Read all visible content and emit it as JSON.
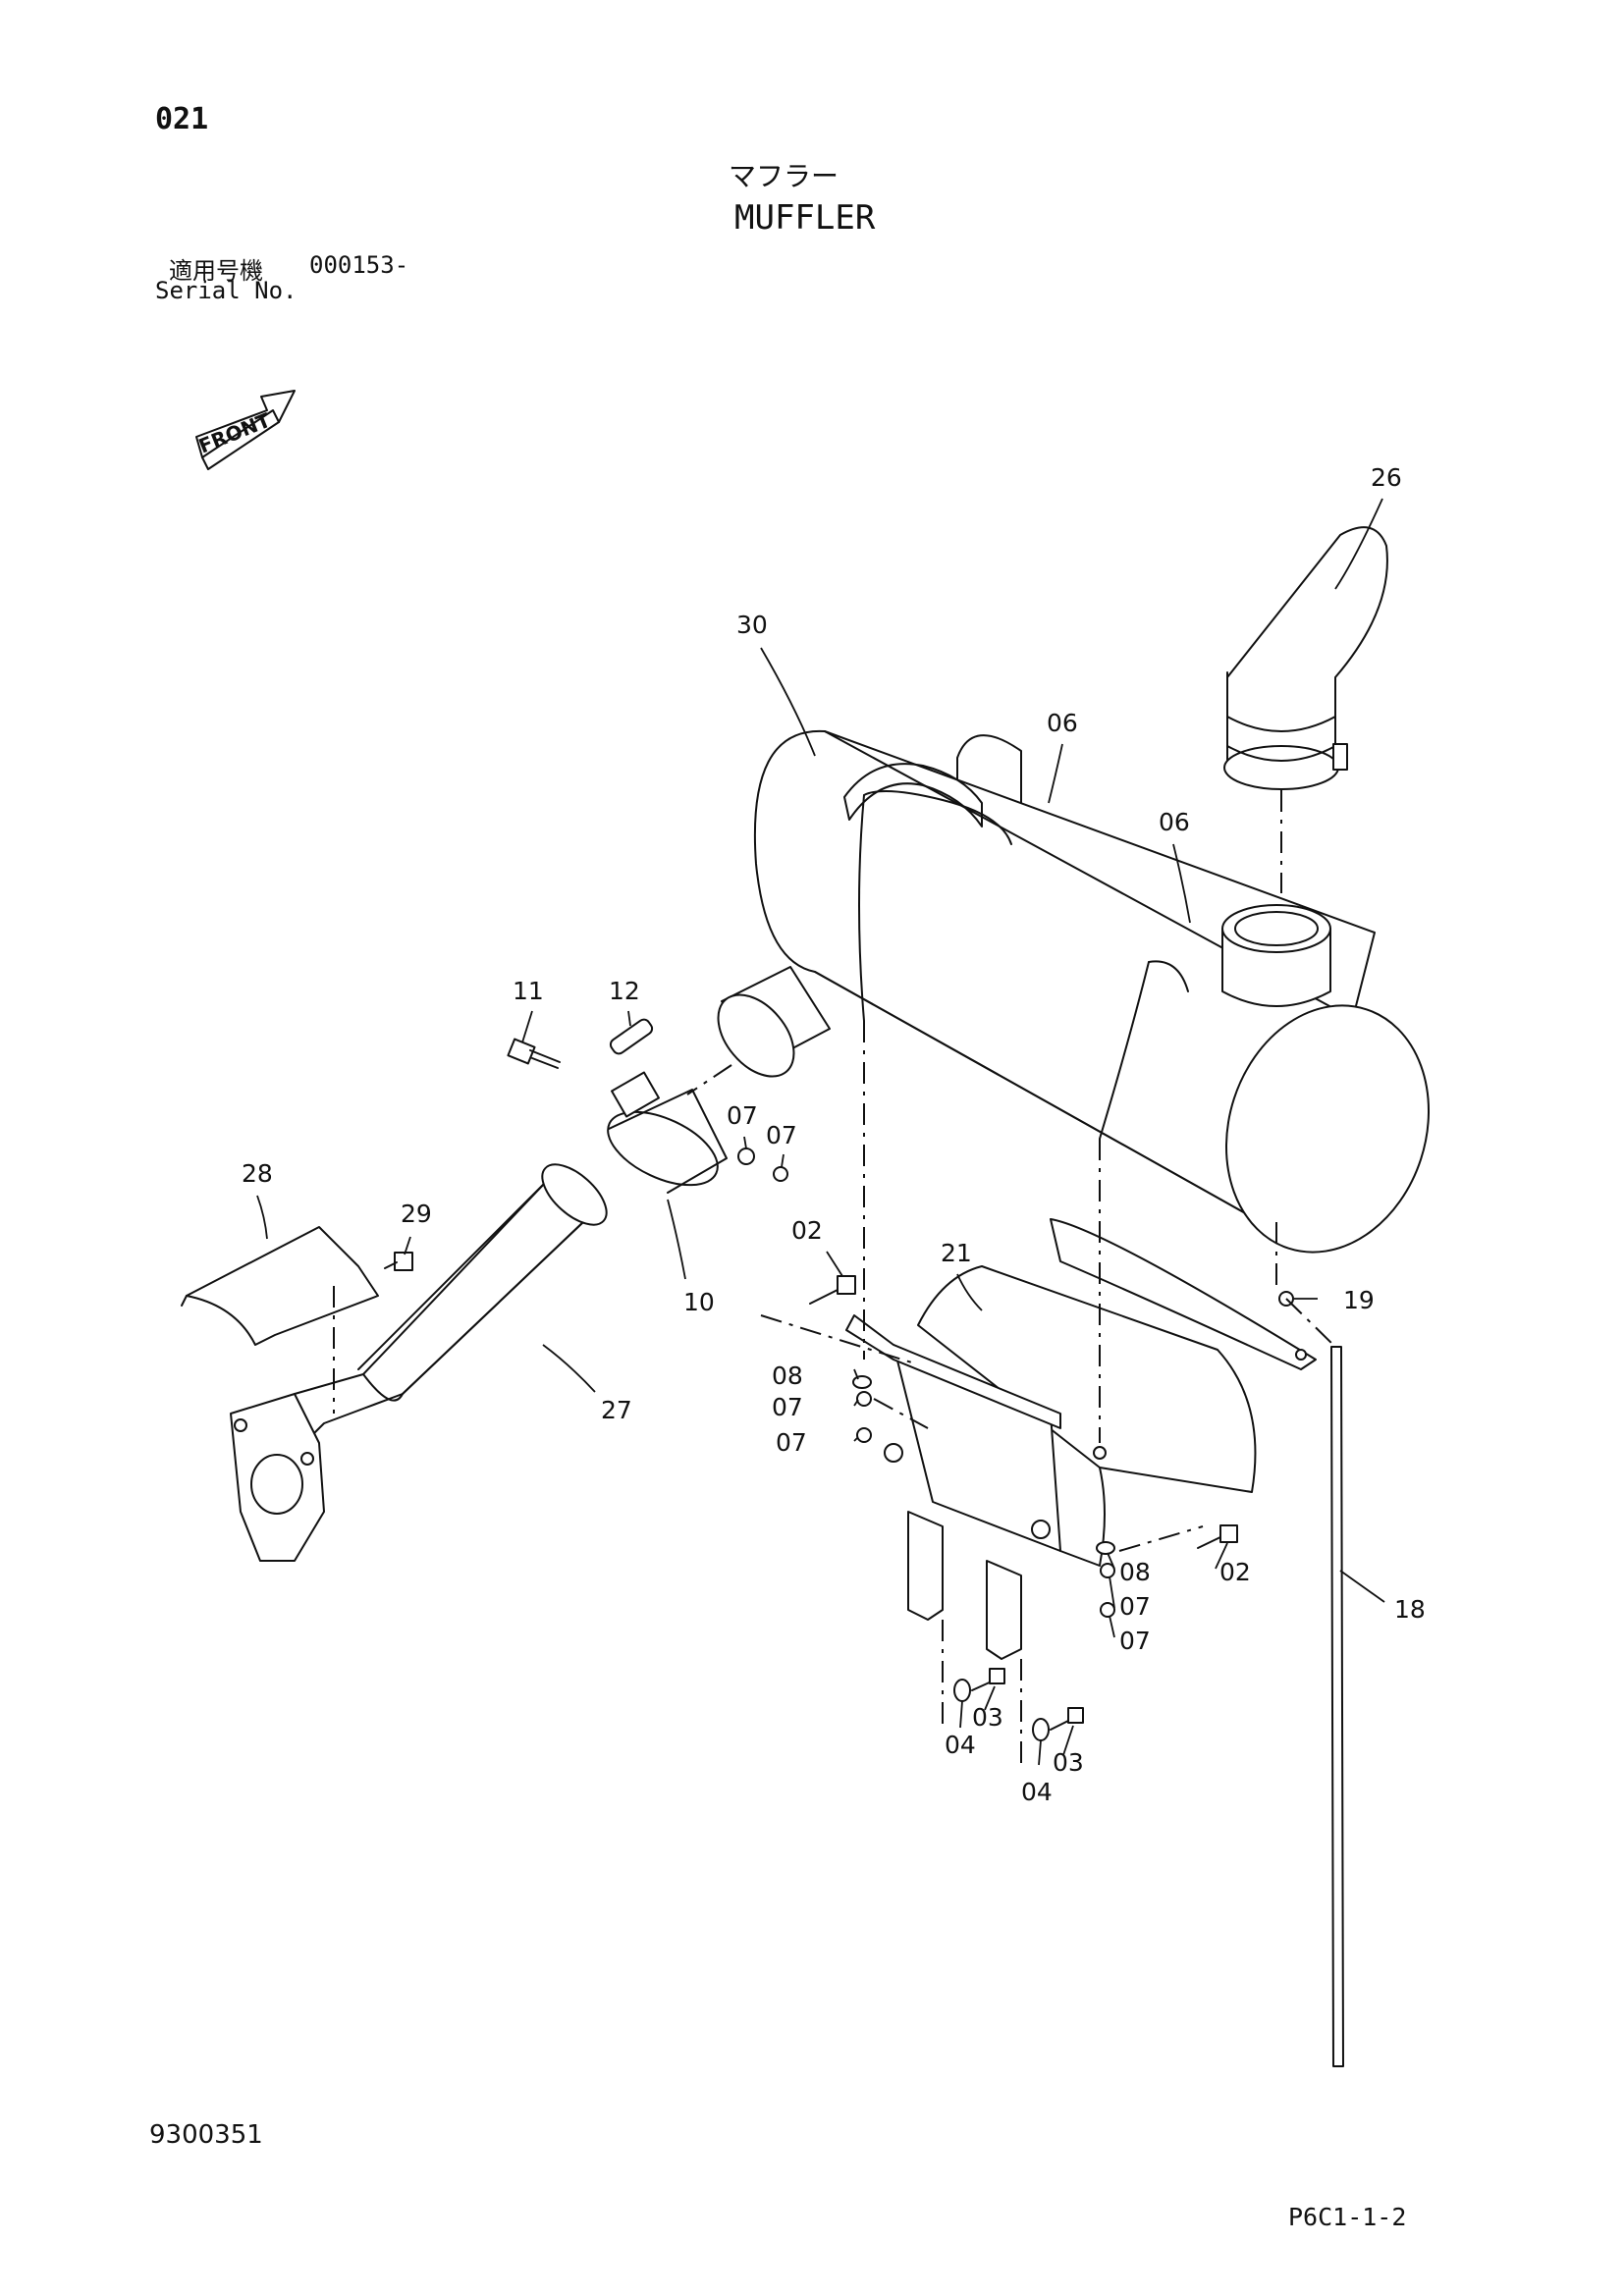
{
  "header": {
    "page_number": "021",
    "title_jp": "マフラー",
    "title_en": "MUFFLER",
    "serial_label_jp": "適用号機",
    "serial_code": "000153-",
    "serial_label_en": "Serial No."
  },
  "front_indicator": {
    "label": "FRONT",
    "icon": "front-arrow-icon"
  },
  "callouts": {
    "c26": "26",
    "c30": "30",
    "c06a": "06",
    "c06b": "06",
    "c11": "11",
    "c12": "12",
    "c07a": "07",
    "c07b": "07",
    "c28": "28",
    "c29": "29",
    "c02a": "02",
    "c21": "21",
    "c10": "10",
    "c19": "19",
    "c08a": "08",
    "c07c": "07",
    "c07d": "07",
    "c27": "27",
    "c02b": "02",
    "c08b": "08",
    "c07e": "07",
    "c07f": "07",
    "c18": "18",
    "c03a": "03",
    "c04a": "04",
    "c03b": "03",
    "c04b": "04"
  },
  "footer": {
    "left_code": "9300351",
    "right_code": "P6C1-1-2"
  },
  "colors": {
    "ink": "#111111",
    "paper": "#ffffff"
  }
}
